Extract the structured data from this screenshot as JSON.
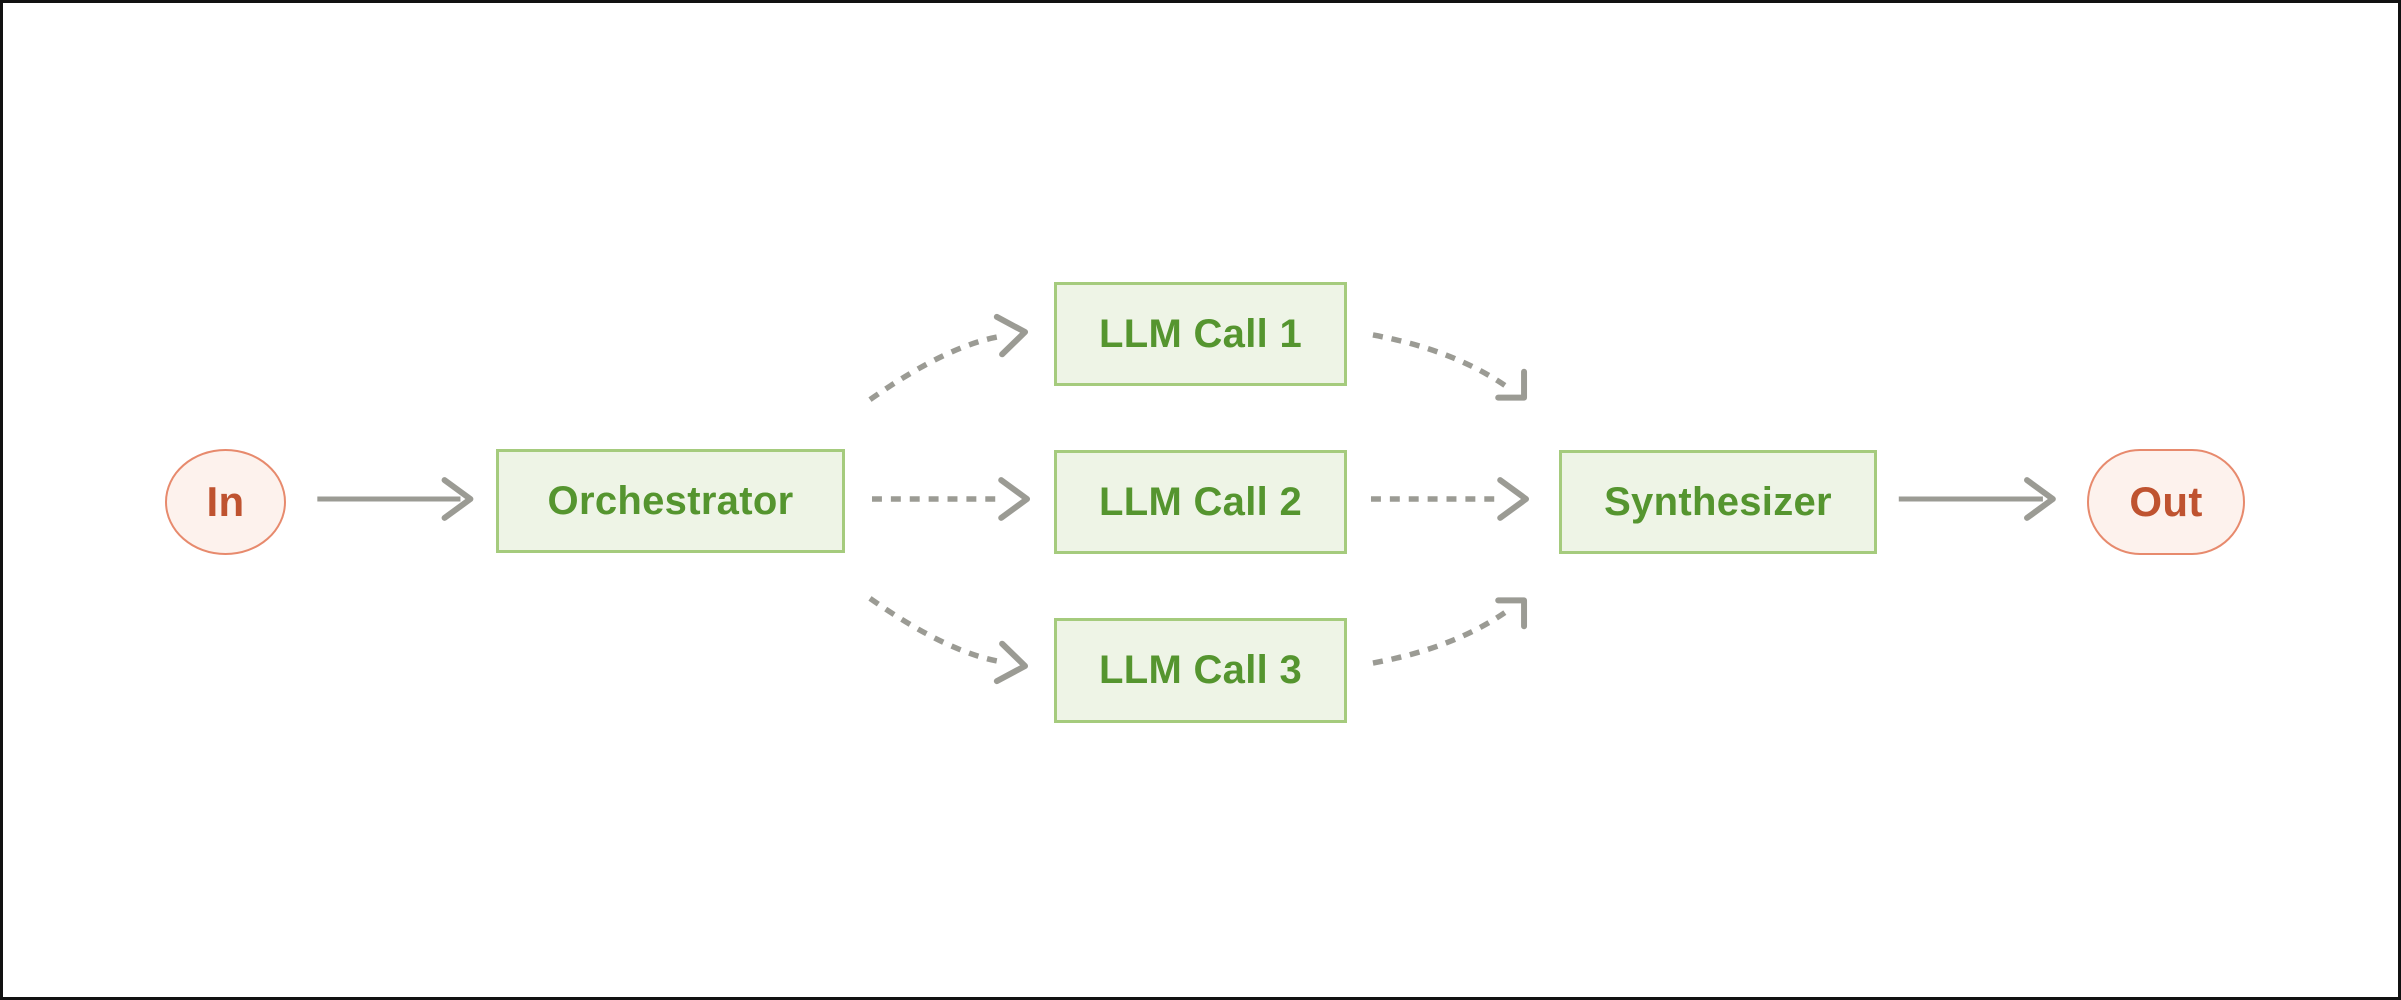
{
  "colors": {
    "background": "#ffffff",
    "frame_border": "#111111",
    "green_fill": "#eef4e6",
    "green_border": "#a5cb7d",
    "green_text": "#55952f",
    "pink_fill": "#fdf2ed",
    "pink_border": "#e78a6d",
    "pink_text": "#bf5330",
    "arrow_gray": "#9b9b94"
  },
  "nodes": {
    "in": {
      "label": "In",
      "shape": "circle"
    },
    "orchestrator": {
      "label": "Orchestrator",
      "shape": "rect"
    },
    "llm_call_1": {
      "label": "LLM Call 1",
      "shape": "rect"
    },
    "llm_call_2": {
      "label": "LLM Call 2",
      "shape": "rect"
    },
    "llm_call_3": {
      "label": "LLM Call 3",
      "shape": "rect"
    },
    "synthesizer": {
      "label": "Synthesizer",
      "shape": "rect"
    },
    "out": {
      "label": "Out",
      "shape": "pill"
    }
  },
  "edges": [
    {
      "from": "In",
      "to": "Orchestrator",
      "style": "solid"
    },
    {
      "from": "Orchestrator",
      "to": "LLM Call 1",
      "style": "dashed"
    },
    {
      "from": "Orchestrator",
      "to": "LLM Call 2",
      "style": "dashed"
    },
    {
      "from": "Orchestrator",
      "to": "LLM Call 3",
      "style": "dashed"
    },
    {
      "from": "LLM Call 1",
      "to": "Synthesizer",
      "style": "dashed"
    },
    {
      "from": "LLM Call 2",
      "to": "Synthesizer",
      "style": "dashed"
    },
    {
      "from": "LLM Call 3",
      "to": "Synthesizer",
      "style": "dashed"
    },
    {
      "from": "Synthesizer",
      "to": "Out",
      "style": "solid"
    }
  ]
}
